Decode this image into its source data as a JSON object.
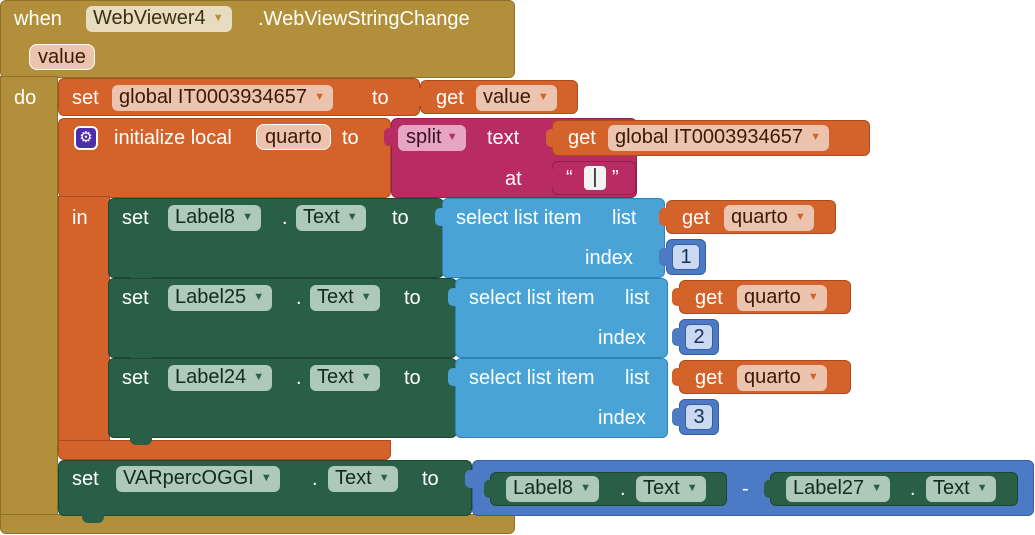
{
  "event": {
    "when": "when",
    "component": "WebViewer4",
    "event_name": ".WebViewStringChange",
    "param": "value",
    "do": "do"
  },
  "set_global": {
    "set": "set",
    "variable": "global IT0003934657",
    "to": "to",
    "get": "get",
    "get_value": "value"
  },
  "init_local": {
    "label": "initialize local",
    "name": "quarto",
    "to": "to",
    "in": "in"
  },
  "split": {
    "op": "split",
    "text_label": "text",
    "get": "get",
    "get_value": "global IT0003934657",
    "at_label": "at",
    "separator": "|"
  },
  "label_sets": [
    {
      "set": "set",
      "component": "Label8",
      "property": "Text",
      "to": "to",
      "select": "select list item",
      "list": "list",
      "get": "get",
      "get_value": "quarto",
      "index_label": "index",
      "index": "1"
    },
    {
      "set": "set",
      "component": "Label25",
      "property": "Text",
      "to": "to",
      "select": "select list item",
      "list": "list",
      "get": "get",
      "get_value": "quarto",
      "index_label": "index",
      "index": "2"
    },
    {
      "set": "set",
      "component": "Label24",
      "property": "Text",
      "to": "to",
      "select": "select list item",
      "list": "list",
      "get": "get",
      "get_value": "quarto",
      "index_label": "index",
      "index": "3"
    }
  ],
  "final_set": {
    "set": "set",
    "component": "VARpercOGGI",
    "property": "Text",
    "to": "to",
    "left_component": "Label8",
    "left_property": "Text",
    "operator": "-",
    "right_component": "Label27",
    "right_property": "Text"
  },
  "colors": {
    "event": "#b28f3a",
    "variables": "#d4632b",
    "component": "#295f46",
    "lists": "#4aa3d6",
    "text": "#b82b63",
    "math": "#4d7ac4"
  },
  "icons": {
    "dropdown": "▼",
    "gear": "⚙"
  }
}
